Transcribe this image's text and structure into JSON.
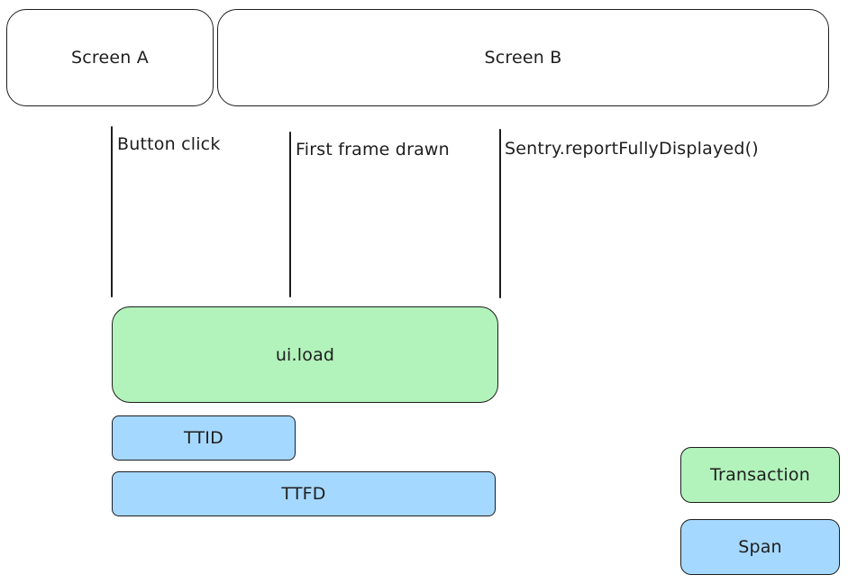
{
  "screens": {
    "a": "Screen A",
    "b": "Screen B"
  },
  "events": {
    "button_click": "Button click",
    "first_frame": "First frame drawn",
    "fully_displayed": "Sentry.reportFullyDisplayed()"
  },
  "spans": {
    "ui_load": "ui.load",
    "ttid": "TTID",
    "ttfd": "TTFD"
  },
  "legend": {
    "transaction": "Transaction",
    "span": "Span"
  },
  "colors": {
    "transaction": "#b2f2bb",
    "span": "#a5d8ff",
    "stroke": "#1e1e1e"
  }
}
